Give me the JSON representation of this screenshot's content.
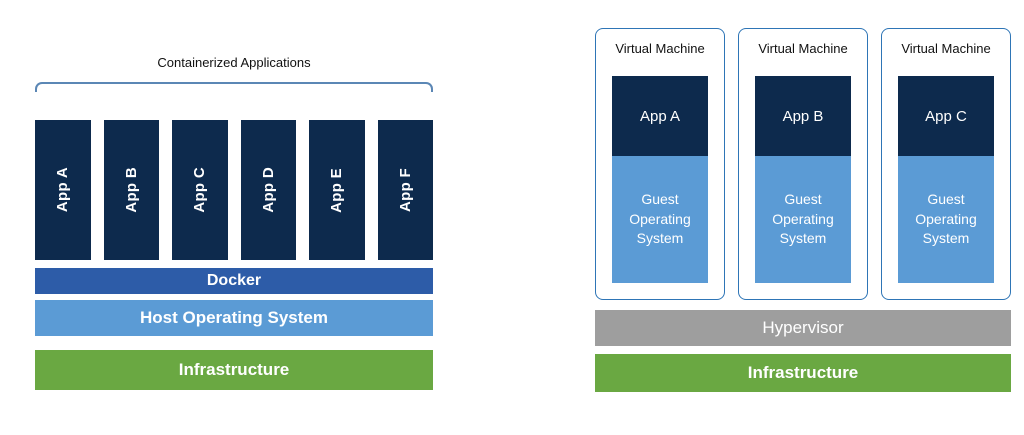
{
  "left_diagram": {
    "bracket_label": "Containerized Applications",
    "apps": [
      "App A",
      "App B",
      "App C",
      "App D",
      "App E",
      "App F"
    ],
    "layers": {
      "docker": "Docker",
      "host_os": "Host Operating System",
      "infrastructure": "Infrastructure"
    }
  },
  "right_diagram": {
    "vms": [
      {
        "title": "Virtual Machine",
        "app": "App A",
        "guest_os": "Guest Operating System"
      },
      {
        "title": "Virtual Machine",
        "app": "App B",
        "guest_os": "Guest Operating System"
      },
      {
        "title": "Virtual Machine",
        "app": "App C",
        "guest_os": "Guest Operating System"
      }
    ],
    "layers": {
      "hypervisor": "Hypervisor",
      "infrastructure": "Infrastructure"
    }
  },
  "colors": {
    "app_box": "#0d2a4d",
    "docker_bar": "#2d5ca8",
    "os_blue": "#5b9bd5",
    "infrastructure_green": "#6aa842",
    "hypervisor_gray": "#9e9e9e",
    "vm_border": "#2e75b6",
    "bracket": "#5b87b5"
  }
}
